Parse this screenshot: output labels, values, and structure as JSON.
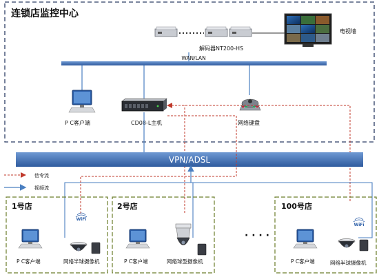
{
  "center": {
    "title": "连锁店监控中心",
    "decoder_label": "解码器NT200-HS",
    "videowall_label": "电视墙",
    "wan_label": "WAN/LAN",
    "pc_label": "P C客户端",
    "host_label": "CD08-L主机",
    "keyboard_label": "网络键盘"
  },
  "vpn_label": "VPN/ADSL",
  "legend": {
    "signal_label": "信令流",
    "video_label": "视频流"
  },
  "stores": [
    {
      "name": "1号店",
      "pc_label": "P C客户端",
      "camera_label": "网络半球摄像机",
      "wifi": "WiFi"
    },
    {
      "name": "2号店",
      "pc_label": "P C客户端",
      "camera_label": "网络球型摄像机"
    },
    {
      "name": "100号店",
      "pc_label": "P C客户端",
      "camera_label": "网络半球摄像机",
      "wifi": "WiFi"
    }
  ],
  "ellipsis": "· · · ·",
  "colors": {
    "bar_blue": "#3f6fb3",
    "signal_red": "#c0392b",
    "video_blue": "#4a7fc1",
    "store_border": "#6b7d2a",
    "center_border": "#2b3c63"
  }
}
